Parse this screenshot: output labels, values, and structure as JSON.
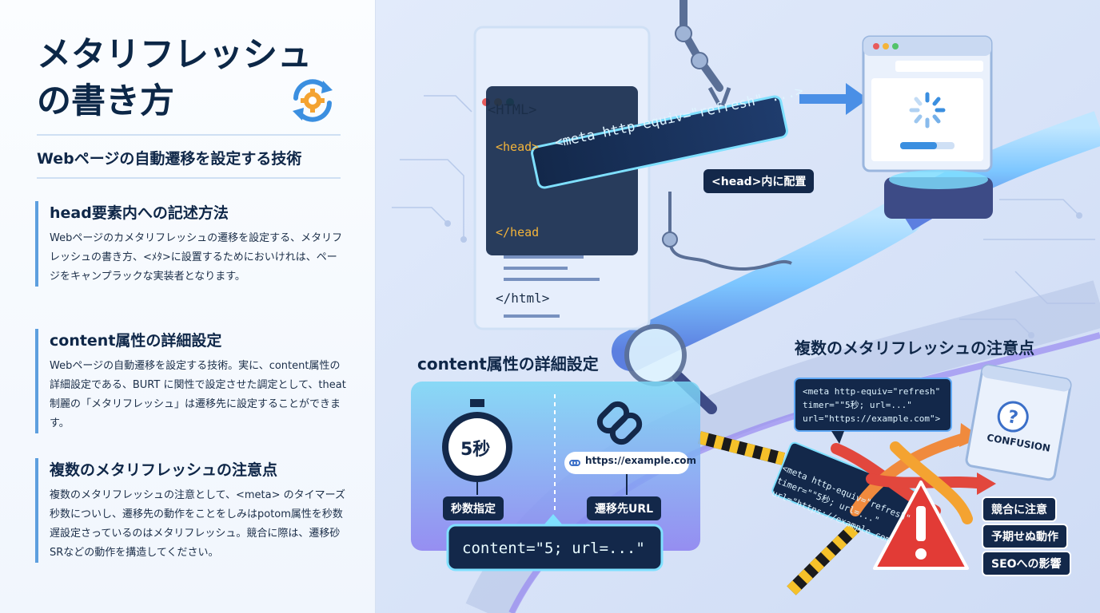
{
  "left": {
    "title": "メタリフレッシュの書き方",
    "subtitle": "Webページの自動遷移を設定する技術",
    "sections": [
      {
        "heading": "head要素内への記述方法",
        "body": "Webページのカメタリフレッシュの遷移を設定する、メタリフレッシュの書き方、<ﾒﾀ>に設置するためにおいけれは、ページをキャンプラックな実装者となります。"
      },
      {
        "heading": "content属性の詳細設定",
        "body": "Webページの自動遷移を設定する技術。実に、content属性の詳細設定である、BURT に関性で設定させた調定として、theat制麗の「メタリフレッシュ」は遷移先に設定することができます。"
      },
      {
        "heading": "複数のメタリフレッシュの注意点",
        "body": "複数のメタリフレッシュの注意として、<meta> のタイマーズ秒数についし、遷移先の動作をことをしみはpotom属性を秒数遅設定さっているのはメタリフレッシュ。競合に際は、遷移砂SRなどの動作を搆造してください。"
      }
    ]
  },
  "diagram": {
    "code_html_open": "<HTML>",
    "code_head_open": "<head>",
    "code_head_close": "</head",
    "code_html_close": "</html>",
    "meta_tag": "<meta http-equiv=\"refresh\" ...>",
    "head_placement_label": "<head>内に配置",
    "content_heading": "content属性の詳細設定",
    "timer_value": "5秒",
    "seconds_label": "秒数指定",
    "url_value": "https://example.com",
    "url_label": "遷移先URL",
    "content_code": "content=\"5; url=...\"",
    "multi_heading": "複数のメタリフレッシュの注意点",
    "code_bubble_1": "<meta http-equiv=\"refresh\"",
    "code_bubble_2": "timer=\"\"5秒; url=...\"",
    "code_bubble_3": "url=\"https://example.com\">",
    "tilted_1": "<meta http-equiv=\"refresh\"",
    "tilted_2": "timer=\"\"5秒; url=...\"",
    "tilted_3": "url=\"https://example.com",
    "confusion_label": "CONFUSION",
    "warnings": [
      "競合に注意",
      "予期せぬ動作",
      "SEOへの影響"
    ]
  },
  "colors": {
    "navy": "#13284a",
    "accent": "#5d9fdf",
    "glow": "#7fe0ff",
    "warning": "#e23b36"
  },
  "icons": [
    "refresh-gear-icon",
    "stopwatch-icon",
    "link-chain-icon",
    "magnifier-icon",
    "warning-triangle-icon",
    "question-icon",
    "loading-spinner-icon",
    "arrow-right-icon",
    "robot-arm-icon"
  ]
}
